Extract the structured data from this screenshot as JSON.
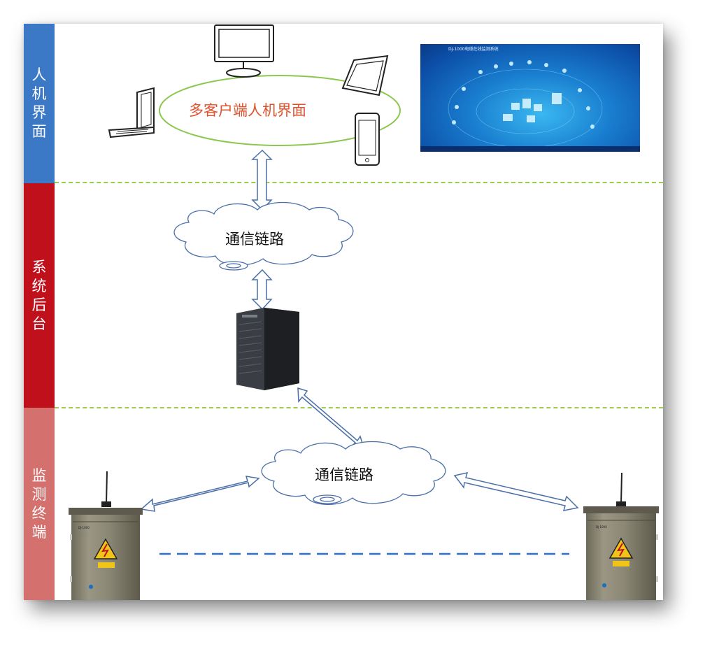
{
  "layers": {
    "hmi": "人机界面",
    "backend": "系统后台",
    "terminal": "监测终端"
  },
  "client_label": "多客户端人机界面",
  "link_label_top": "通信链路",
  "link_label_bottom": "通信链路",
  "screen_title": "DJ-1000电缆在线监测系统",
  "colors": {
    "hmi_band": "#3b78c6",
    "backend_band": "#c0101c",
    "terminal_band": "#d4706e",
    "divider": "#9acd4a",
    "client_label": "#e0522c",
    "ellipse": "#8cc850",
    "arrow": "#4a6fa8",
    "terminal_link": "#2f6fd1"
  },
  "icons": [
    "monitor-icon",
    "laptop-icon",
    "tablet-icon",
    "phone-icon",
    "cloud-icon",
    "server-icon",
    "terminal-cabinet-icon",
    "warning-sign-icon",
    "antenna-icon"
  ]
}
